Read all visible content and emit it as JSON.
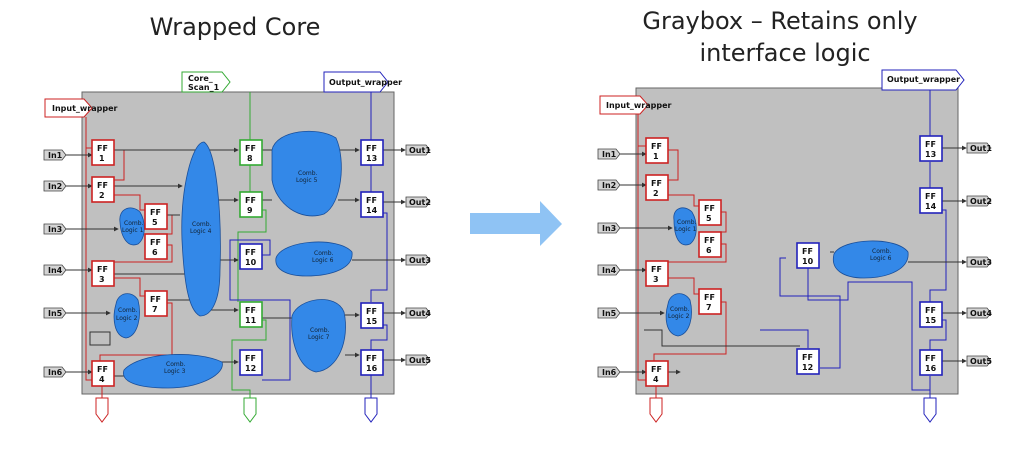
{
  "titles": {
    "left": "Wrapped Core",
    "right_line1": "Graybox – Retains only",
    "right_line2": "interface logic"
  },
  "left": {
    "input_wrapper": "Input_wrapper",
    "core_scan_line1": "Core_",
    "core_scan_line2": "Scan_1",
    "output_wrapper": "Output_wrapper",
    "inputs": [
      "In1",
      "In2",
      "In3",
      "In4",
      "In5",
      "In6"
    ],
    "outputs": [
      "Out1",
      "Out2",
      "Out3",
      "Out4",
      "Out5"
    ],
    "ffs": [
      {
        "id": "1",
        "word": "FF"
      },
      {
        "id": "2",
        "word": "FF"
      },
      {
        "id": "3",
        "word": "FF"
      },
      {
        "id": "4",
        "word": "FF"
      },
      {
        "id": "5",
        "word": "FF"
      },
      {
        "id": "6",
        "word": "FF"
      },
      {
        "id": "7",
        "word": "FF"
      },
      {
        "id": "8",
        "word": "FF"
      },
      {
        "id": "9",
        "word": "FF"
      },
      {
        "id": "10",
        "word": "FF"
      },
      {
        "id": "11",
        "word": "FF"
      },
      {
        "id": "12",
        "word": "FF"
      },
      {
        "id": "13",
        "word": "FF"
      },
      {
        "id": "14",
        "word": "FF"
      },
      {
        "id": "15",
        "word": "FF"
      },
      {
        "id": "16",
        "word": "FF"
      }
    ],
    "logic": [
      {
        "l1": "Comb.",
        "l2": "Logic 1"
      },
      {
        "l1": "Comb.",
        "l2": "Logic 2"
      },
      {
        "l1": "Comb.",
        "l2": "Logic 3"
      },
      {
        "l1": "Comb.",
        "l2": "Logic 4"
      },
      {
        "l1": "Comb.",
        "l2": "Logic 5"
      },
      {
        "l1": "Comb.",
        "l2": "Logic 6"
      },
      {
        "l1": "Comb.",
        "l2": "Logic 7"
      }
    ]
  },
  "right": {
    "input_wrapper": "Input_wrapper",
    "output_wrapper": "Output_wrapper",
    "inputs": [
      "In1",
      "In2",
      "In3",
      "In4",
      "In5",
      "In6"
    ],
    "outputs": [
      "Out1",
      "Out2",
      "Out3",
      "Out4",
      "Out5"
    ],
    "ffs": [
      {
        "id": "1",
        "word": "FF"
      },
      {
        "id": "2",
        "word": "FF"
      },
      {
        "id": "3",
        "word": "FF"
      },
      {
        "id": "4",
        "word": "FF"
      },
      {
        "id": "5",
        "word": "FF"
      },
      {
        "id": "6",
        "word": "FF"
      },
      {
        "id": "7",
        "word": "FF"
      },
      {
        "id": "10",
        "word": "FF"
      },
      {
        "id": "12",
        "word": "FF"
      },
      {
        "id": "13",
        "word": "FF"
      },
      {
        "id": "14",
        "word": "FF"
      },
      {
        "id": "15",
        "word": "FF"
      },
      {
        "id": "16",
        "word": "FF"
      }
    ],
    "logic": [
      {
        "l1": "Comb.",
        "l2": "Logic 1"
      },
      {
        "l1": "Comb.",
        "l2": "Logic 2"
      },
      {
        "l1": "Comb.",
        "l2": "Logic 6"
      }
    ]
  },
  "colors": {
    "core_bg": "#c0c0c0",
    "logic_blob": "#3388e8",
    "arrow": "#8fc3f4",
    "input_chain": "#cc2222",
    "scan_chain": "#33aa33",
    "output_chain": "#2222bb"
  }
}
